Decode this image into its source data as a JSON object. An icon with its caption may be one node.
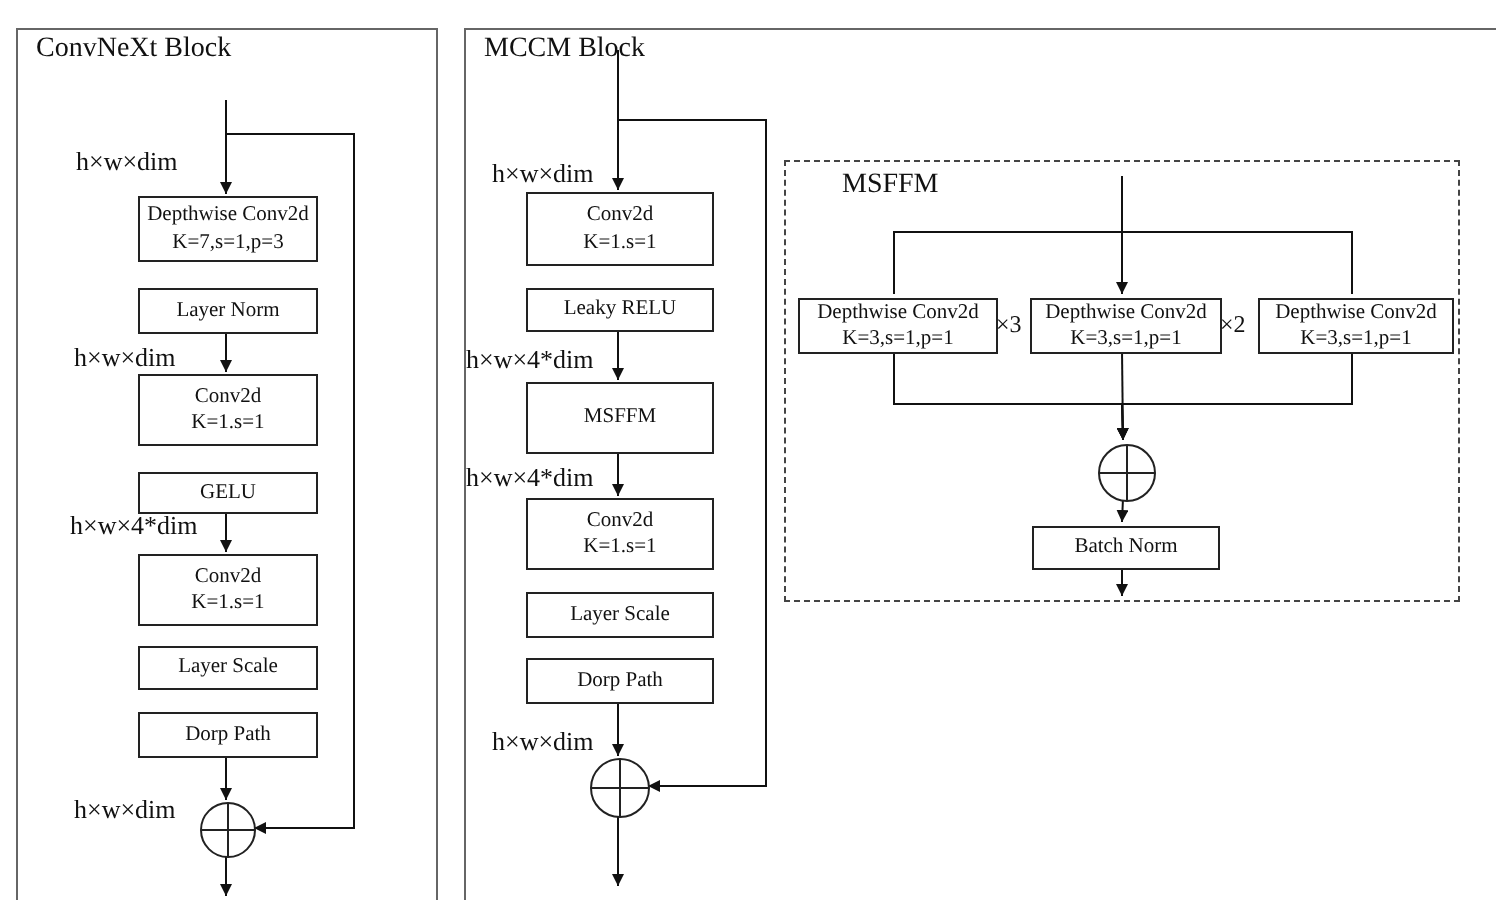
{
  "diagram": {
    "nodes": [
      {
        "text": [
          "ConvNeXt Block"
        ]
      },
      {
        "text": [
          "Depthwise Conv2d",
          "K=7,s=1,p=3"
        ],
        "in": 0
      },
      {
        "text": [
          "Layer Norm"
        ],
        "in": 0
      },
      {
        "text": [
          "Conv2d",
          "K=1.s=1"
        ],
        "in": 0
      },
      {
        "text": [
          "GELU"
        ],
        "in": 0
      },
      {
        "text": [
          "Conv2d",
          "K=1.s=1"
        ],
        "in": 0
      },
      {
        "text": [
          "Layer Scale"
        ],
        "in": 0
      },
      {
        "text": [
          "Dorp Path"
        ],
        "in": 0
      },
      {
        "text": [],
        "shape": "circle",
        "in": 0
      },
      {
        "text": [
          "MCCM Block"
        ]
      },
      {
        "text": [
          "Conv2d",
          "K=1.s=1"
        ],
        "in": 9
      },
      {
        "text": [
          "Leaky RELU"
        ],
        "in": 9
      },
      {
        "text": [
          "MSFFM"
        ],
        "in": 9
      },
      {
        "text": [
          "Conv2d",
          "K=1.s=1"
        ],
        "in": 9
      },
      {
        "text": [
          "Layer Scale"
        ],
        "in": 9
      },
      {
        "text": [
          "Dorp Path"
        ],
        "in": 9
      },
      {
        "text": [],
        "shape": "circle",
        "in": 9
      },
      {
        "text": [
          "MSFFM"
        ],
        "in": 9
      },
      {
        "text": [
          "Depthwise Conv2d",
          "K=3,s=1,p=1"
        ],
        "in": 17
      },
      {
        "text": [
          "Depthwise Conv2d",
          "K=3,s=1,p=1"
        ],
        "in": 17
      },
      {
        "text": [
          "Depthwise Conv2d",
          "K=3,s=1,p=1"
        ],
        "in": 17
      },
      {
        "text": [],
        "shape": "circle",
        "in": 17
      },
      {
        "text": [
          "Batch Norm"
        ],
        "in": 17
      }
    ],
    "edges": [
      {
        "from": null,
        "to": 1,
        "arrow": "to"
      },
      {
        "from": 2,
        "to": 3,
        "arrow": "to"
      },
      {
        "from": 4,
        "to": 5,
        "arrow": "to"
      },
      {
        "from": 7,
        "to": 8,
        "arrow": "to"
      },
      {
        "from": null,
        "to": 8,
        "arrow": "to"
      },
      {
        "from": 8,
        "to": null,
        "arrow": "to"
      },
      {
        "from": null,
        "to": 10,
        "arrow": "to"
      },
      {
        "from": 11,
        "to": 12,
        "arrow": "to"
      },
      {
        "from": 12,
        "to": 13,
        "arrow": "to"
      },
      {
        "from": 15,
        "to": 16,
        "arrow": "to"
      },
      {
        "from": null,
        "to": 16,
        "arrow": "to"
      },
      {
        "from": 16,
        "to": null,
        "arrow": "to"
      },
      {
        "from": null,
        "to": 18,
        "arrow": "none"
      },
      {
        "from": null,
        "to": 19,
        "arrow": "to"
      },
      {
        "from": null,
        "to": 20,
        "arrow": "none"
      },
      {
        "from": 18,
        "to": 21,
        "arrow": "to"
      },
      {
        "from": 19,
        "to": 21,
        "arrow": "to"
      },
      {
        "from": 20,
        "to": 21,
        "arrow": "to"
      },
      {
        "from": 21,
        "to": 22,
        "arrow": "to"
      },
      {
        "from": 22,
        "to": null,
        "arrow": "to"
      }
    ],
    "labels": [
      "h×w×dim",
      "h×w×dim",
      "h×w×4*dim",
      "h×w×dim",
      "h×w×dim",
      "h×w×4*dim",
      "h×w×4*dim",
      "h×w×dim",
      "×3",
      "×2"
    ]
  }
}
